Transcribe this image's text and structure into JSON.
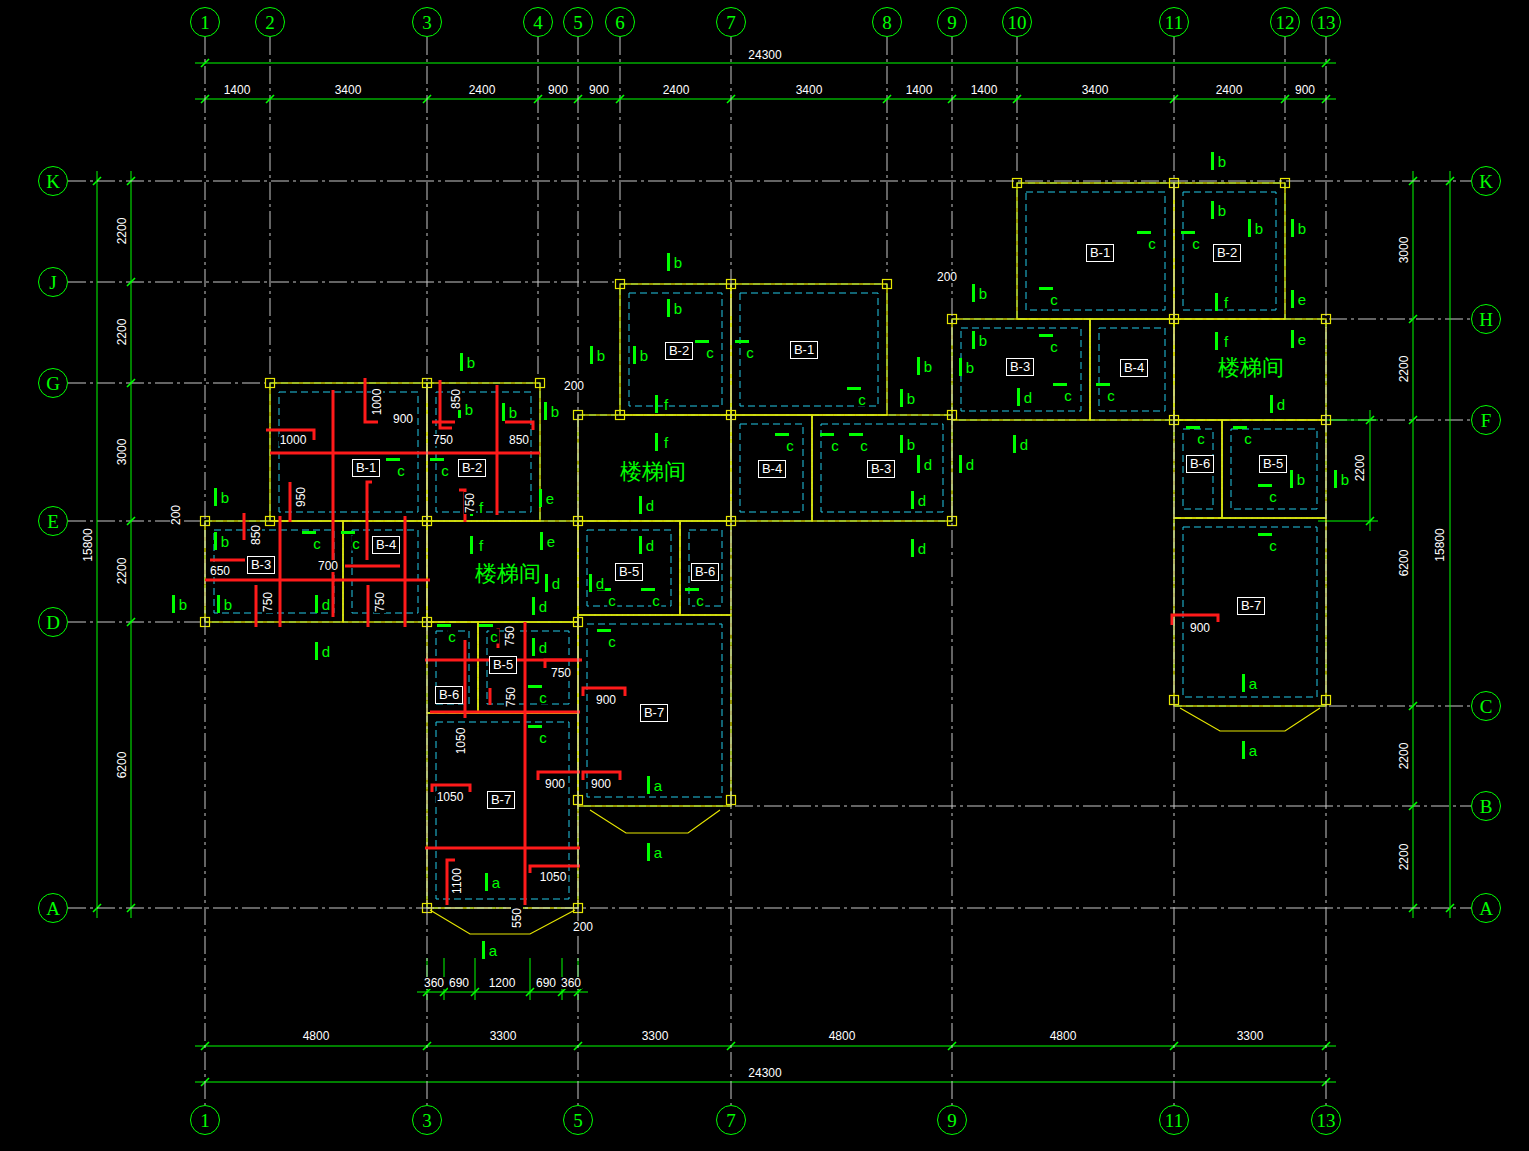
{
  "diagram": {
    "nodes": [
      {
        "text": [
          "1"
        ]
      },
      {
        "text": [
          "2"
        ]
      },
      {
        "text": [
          "3"
        ]
      },
      {
        "text": [
          "4"
        ]
      },
      {
        "text": [
          "5"
        ]
      },
      {
        "text": [
          "6"
        ]
      },
      {
        "text": [
          "7"
        ]
      },
      {
        "text": [
          "8"
        ]
      },
      {
        "text": [
          "9"
        ]
      },
      {
        "text": [
          "10"
        ]
      },
      {
        "text": [
          "11"
        ]
      },
      {
        "text": [
          "12"
        ]
      },
      {
        "text": [
          "13"
        ]
      },
      {
        "text": [
          "K"
        ]
      },
      {
        "text": [
          "K"
        ]
      },
      {
        "text": [
          "J"
        ]
      },
      {
        "text": [
          "H"
        ]
      },
      {
        "text": [
          "G"
        ]
      },
      {
        "text": [
          "F"
        ]
      },
      {
        "text": [
          "E"
        ]
      },
      {
        "text": [
          "D"
        ]
      },
      {
        "text": [
          "C"
        ]
      },
      {
        "text": [
          "B"
        ]
      },
      {
        "text": [
          "A"
        ]
      },
      {
        "text": [
          "A"
        ]
      },
      {
        "text": [
          "B-1"
        ]
      },
      {
        "text": [
          "B-2"
        ]
      },
      {
        "text": [
          "B-2"
        ]
      },
      {
        "text": [
          "B-1"
        ]
      },
      {
        "text": [
          "B-3"
        ]
      },
      {
        "text": [
          "B-4"
        ]
      },
      {
        "text": [
          "B-1"
        ]
      },
      {
        "text": [
          "B-2"
        ]
      },
      {
        "text": [
          "B-4"
        ]
      },
      {
        "text": [
          "B-3"
        ]
      },
      {
        "text": [
          "B-6"
        ]
      },
      {
        "text": [
          "B-5"
        ]
      },
      {
        "text": [
          "B-3"
        ]
      },
      {
        "text": [
          "B-4"
        ]
      },
      {
        "text": [
          "B-5"
        ]
      },
      {
        "text": [
          "B-6"
        ]
      },
      {
        "text": [
          "B-7"
        ]
      },
      {
        "text": [
          "B-5"
        ]
      },
      {
        "text": [
          "B-6"
        ]
      },
      {
        "text": [
          "B-7"
        ]
      },
      {
        "text": [
          "B-7"
        ]
      },
      {
        "text": [
          "1"
        ]
      },
      {
        "text": [
          "3"
        ]
      },
      {
        "text": [
          "5"
        ]
      },
      {
        "text": [
          "7"
        ]
      },
      {
        "text": [
          "9"
        ]
      },
      {
        "text": [
          "11"
        ]
      },
      {
        "text": [
          "13"
        ]
      }
    ],
    "edges": [
      {
        "from": 0,
        "to": 46,
        "arrow": "none"
      },
      {
        "from": 2,
        "to": 47,
        "arrow": "none"
      },
      {
        "from": 4,
        "to": 48,
        "arrow": "none"
      },
      {
        "from": 6,
        "to": 49,
        "arrow": "none"
      },
      {
        "from": 8,
        "to": 50,
        "arrow": "none"
      },
      {
        "from": 10,
        "to": 51,
        "arrow": "none"
      },
      {
        "from": 12,
        "to": 52,
        "arrow": "none"
      },
      {
        "from": 13,
        "to": 14,
        "arrow": "none"
      },
      {
        "from": 23,
        "to": 24,
        "arrow": "none"
      }
    ],
    "labels": [
      "24300",
      "1400",
      "3400",
      "2400",
      "900",
      "900",
      "2400",
      "3400",
      "1400",
      "1400",
      "3400",
      "2400",
      "900",
      "15800",
      "2200",
      "2200",
      "3000",
      "2200",
      "6200",
      "3000",
      "2200",
      "6200",
      "2200",
      "2200",
      "15800",
      "2200",
      "360",
      "690",
      "1200",
      "690",
      "360",
      "4800",
      "3300",
      "3300",
      "4800",
      "4800",
      "3300",
      "24300",
      "200",
      "200",
      "200",
      "200",
      "550",
      "1000",
      "1000",
      "900",
      "850",
      "750",
      "850",
      "950",
      "850",
      "750",
      "700",
      "650",
      "750",
      "750",
      "750",
      "750",
      "900",
      "750",
      "1050",
      "1050",
      "900",
      "900",
      "1100",
      "1050",
      "900",
      "楼梯间",
      "楼梯间",
      "楼梯间",
      "b",
      "b",
      "b",
      "b",
      "c",
      "c",
      "f",
      "e",
      "b",
      "b",
      "c",
      "c",
      "b",
      "b",
      "d",
      "d",
      "f",
      "e",
      "d",
      "d",
      "c",
      "c",
      "d",
      "c",
      "c",
      "a",
      "a",
      "b",
      "b",
      "b",
      "b",
      "c",
      "c",
      "f",
      "c",
      "f",
      "d",
      "c",
      "c",
      "c",
      "b",
      "b",
      "b",
      "d",
      "d",
      "d",
      "d",
      "d",
      "d",
      "c",
      "c",
      "c",
      "c",
      "a",
      "a",
      "b",
      "b",
      "b",
      "b",
      "c",
      "c",
      "b",
      "c",
      "f",
      "e",
      "b",
      "c",
      "b",
      "d",
      "c",
      "c",
      "f",
      "e",
      "d",
      "d",
      "c",
      "c",
      "c",
      "b",
      "b",
      "c",
      "a",
      "a"
    ]
  }
}
